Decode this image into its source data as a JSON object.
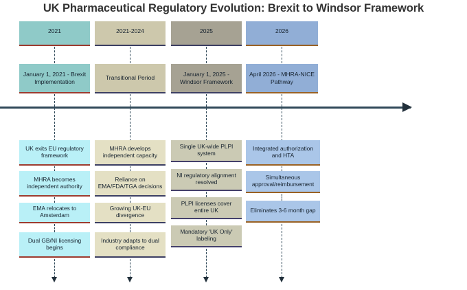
{
  "title": "UK Pharmaceutical Regulatory Evolution: Brexit to Windsor Framework",
  "theme": {
    "axis_color": "#2f4858",
    "background": "#ffffff",
    "title_color": "#333333"
  },
  "columns": [
    {
      "era_label": "2021",
      "era_fill": "#8fcac8",
      "era_accent": "#9d3b2f",
      "event_label": "January 1, 2021 - Brexit Implementation",
      "event_fill": "#8fcac8",
      "event_accent": "#9d3b2f",
      "detail_fill": "#b9f0f7",
      "detail_accent": "#9d3b2f",
      "details": [
        "UK exits EU regulatory framework",
        "MHRA becomes independent authority",
        "EMA relocates to Amsterdam",
        "Dual GB/NI licensing begins"
      ]
    },
    {
      "era_label": "2021-2024",
      "era_fill": "#cdc8ac",
      "era_accent": "#3c3f63",
      "event_label": "Transitional Period",
      "event_fill": "#cdc8ac",
      "event_accent": "#3c3f63",
      "detail_fill": "#e4e0c4",
      "detail_accent": "#3c3f63",
      "details": [
        "MHRA develops independent capacity",
        "Reliance on EMA/FDA/TGA decisions",
        "Growing UK-EU divergence",
        "Industry adapts to dual compliance"
      ]
    },
    {
      "era_label": "2025",
      "era_fill": "#a6a293",
      "era_accent": "#3c3f63",
      "event_label": "January 1, 2025 - Windsor Framework",
      "event_fill": "#a6a293",
      "event_accent": "#3c3f63",
      "detail_fill": "#cbcab4",
      "detail_accent": "#44406b",
      "details": [
        "Single UK-wide PLPI system",
        "NI regulatory alignment resolved",
        "PLPI licenses cover entire UK",
        "Mandatory 'UK Only' labeling"
      ]
    },
    {
      "era_label": "2026",
      "era_fill": "#91aed6",
      "era_accent": "#9a6224",
      "event_label": "April 2026 - MHRA-NICE Pathway",
      "event_fill": "#91aed6",
      "event_accent": "#9a6224",
      "detail_fill": "#aac6e8",
      "detail_accent": "#9a6224",
      "details": [
        "Integrated authorization and HTA",
        "Simultaneous approval/reimbursement",
        "Eliminates 3-6 month gap"
      ]
    }
  ]
}
